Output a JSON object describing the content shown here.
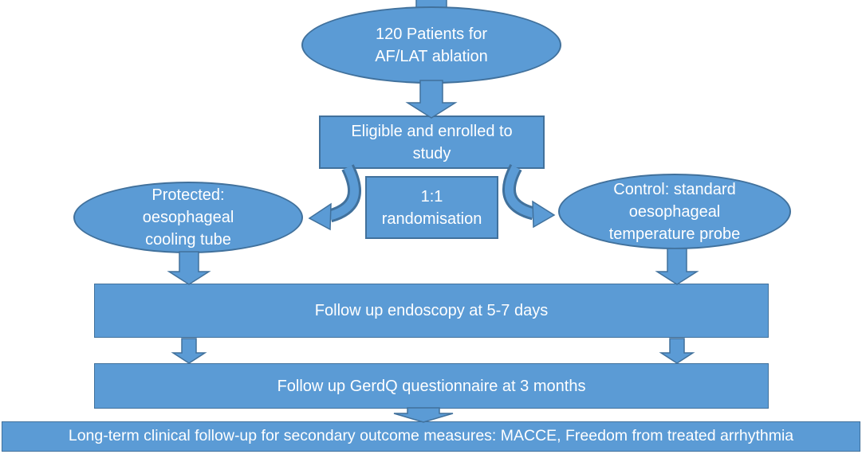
{
  "diagram": {
    "type": "flowchart",
    "subject": "randomised-trial-study-design",
    "colors": {
      "shape_fill": "#5b9bd5",
      "shape_border": "#41719c",
      "text": "#ffffff",
      "background": "#ffffff"
    },
    "nodes": {
      "patients": "120 Patients for\nAF/LAT ablation",
      "enrolled": "Eligible and enrolled to\nstudy",
      "randomisation": "1:1\nrandomisation",
      "protected_arm": "Protected:\noesophageal\ncooling tube",
      "control_arm": "Control: standard\noesophageal\ntemperature probe",
      "endoscopy": "Follow up endoscopy at 5-7 days",
      "gerdq": "Follow up GerdQ questionnaire at 3 months",
      "long_term": "Long-term clinical follow-up for secondary outcome measures: MACCE, Freedom from treated arrhythmia"
    },
    "connectors": [
      {
        "from": "patients",
        "to": "enrolled",
        "style": "block-down-arrow"
      },
      {
        "from": "enrolled",
        "to": "protected_arm",
        "style": "curved-left-arrow"
      },
      {
        "from": "enrolled",
        "to": "control_arm",
        "style": "curved-right-arrow"
      },
      {
        "from": "protected_arm",
        "to": "endoscopy",
        "style": "block-down-arrow"
      },
      {
        "from": "control_arm",
        "to": "endoscopy",
        "style": "block-down-arrow"
      },
      {
        "from": "endoscopy",
        "to": "gerdq",
        "style": "block-down-arrow-left"
      },
      {
        "from": "endoscopy",
        "to": "gerdq",
        "style": "block-down-arrow-right"
      },
      {
        "from": "gerdq",
        "to": "long_term",
        "style": "block-down-arrow"
      }
    ]
  }
}
